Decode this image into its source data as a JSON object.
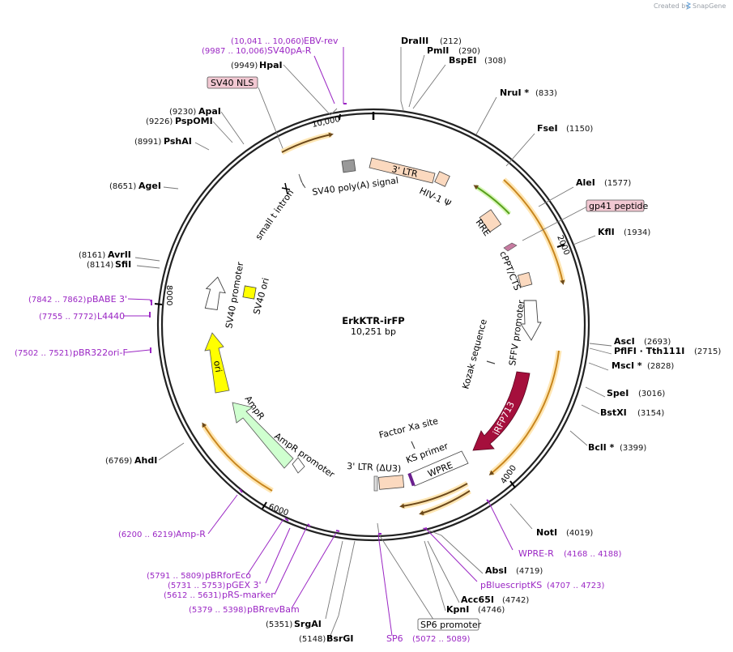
{
  "plasmid": {
    "name": "ErkKTR-irFP",
    "length_label": "10,251 bp"
  },
  "credit": {
    "created_by": "Created by",
    "app": "SnapGene"
  },
  "ticks": {
    "t2000": "2000",
    "t4000": "4000",
    "t6000": "6000",
    "t8000": "8000",
    "t10000": "10,000"
  },
  "sites": {
    "draiii": {
      "name": "DraIII",
      "pos": "(212)"
    },
    "pmli": {
      "name": "PmlI",
      "pos": "(290)"
    },
    "bspei": {
      "name": "BspEI",
      "pos": "(308)"
    },
    "nrui": {
      "name": "NruI *",
      "pos": "(833)"
    },
    "fsei": {
      "name": "FseI",
      "pos": "(1150)"
    },
    "alei": {
      "name": "AleI",
      "pos": "(1577)"
    },
    "kfli": {
      "name": "KflI",
      "pos": "(1934)"
    },
    "asci": {
      "name": "AscI",
      "pos": "(2693)"
    },
    "pflfi": {
      "name": "PflFI · Tth111I",
      "pos": "(2715)"
    },
    "msci": {
      "name": "MscI *",
      "pos": "(2828)"
    },
    "spei": {
      "name": "SpeI",
      "pos": "(3016)"
    },
    "bstxi": {
      "name": "BstXI",
      "pos": "(3154)"
    },
    "bcli": {
      "name": "BclI *",
      "pos": "(3399)"
    },
    "noti": {
      "name": "NotI",
      "pos": "(4019)"
    },
    "absi": {
      "name": "AbsI",
      "pos": "(4719)"
    },
    "acc65i": {
      "name": "Acc65I",
      "pos": "(4742)"
    },
    "kpni": {
      "name": "KpnI",
      "pos": "(4746)"
    },
    "srgai": {
      "name": "SrgAI",
      "pos": "(5351)"
    },
    "bsrgi": {
      "name": "BsrGI",
      "pos": "(5148)"
    },
    "ahdi": {
      "name": "AhdI",
      "pos": "(6769)"
    },
    "sfii": {
      "name": "SfiI",
      "pos": "(8114)"
    },
    "avrii": {
      "name": "AvrII",
      "pos": "(8161)"
    },
    "agei": {
      "name": "AgeI",
      "pos": "(8651)"
    },
    "pshai": {
      "name": "PshAI",
      "pos": "(8991)"
    },
    "pspomi": {
      "name": "PspOMI",
      "pos": "(9226)"
    },
    "apai": {
      "name": "ApaI",
      "pos": "(9230)"
    },
    "hpai": {
      "name": "HpaI",
      "pos": "(9949)"
    }
  },
  "primers": {
    "ebvrev": {
      "name": "EBV-rev",
      "pos": "(10,041 .. 10,060)"
    },
    "sv40par": {
      "name": "SV40pA-R",
      "pos": "(9987 .. 10,006)"
    },
    "pbabe3": {
      "name": "pBABE 3'",
      "pos": "(7842 .. 7862)"
    },
    "l4440": {
      "name": "L4440",
      "pos": "(7755 .. 7772)"
    },
    "pbr322": {
      "name": "pBR322ori-F",
      "pos": "(7502 .. 7521)"
    },
    "ampr": {
      "name": "Amp-R",
      "pos": "(6200 .. 6219)"
    },
    "pbrfor": {
      "name": "pBRforEco",
      "pos": "(5791 .. 5809)"
    },
    "pgex3": {
      "name": "pGEX 3'",
      "pos": "(5731 .. 5753)"
    },
    "prs": {
      "name": "pRS-marker",
      "pos": "(5612 .. 5631)"
    },
    "pbrrev": {
      "name": "pBRrevBam",
      "pos": "(5379 .. 5398)"
    },
    "sp6": {
      "name": "SP6",
      "pos": "(5072 .. 5089)"
    },
    "wpre": {
      "name": "WPRE-R",
      "pos": "(4168 .. 4188)"
    },
    "pbluescript": {
      "name": "pBluescriptKS",
      "pos": "(4707 .. 4723)"
    }
  },
  "boxed": {
    "sv40nls": "SV40 NLS",
    "gp41": "gp41 peptide",
    "sp6prom": "SP6 promoter"
  },
  "features": {
    "ltr3": "3' LTR",
    "hiv": "HIV-1 Ψ",
    "rre": "RRE",
    "cppt": "cPPT/CTS",
    "sffv": "SFFV promoter",
    "kozak": "Kozak sequence",
    "irfp": "iRFP713",
    "factorxa": "Factor Xa site",
    "ksprimer": "KS primer",
    "wpre": "WPRE",
    "ltr3u3": "3' LTR (ΔU3)",
    "amprprom": "AmpR promoter",
    "ampr": "AmpR",
    "ori": "ori",
    "sv40prom": "SV40 promoter",
    "sv40ori": "SV40 ori",
    "smallt": "small t intron",
    "sv40polya": "SV40 poly(A) signal"
  },
  "colors": {
    "backbone": "#222222",
    "restriction_line": "#666666",
    "primer": "#9b27c4",
    "ltr_fill": "#fbd9bf",
    "irfp": "#a50f3c",
    "ampr": "#cfffcf",
    "ori": "#ffff00",
    "orf_orange": "#c8861e",
    "orf_glow": "#ffe6b3",
    "green_arrow": "#6ec22a",
    "nls_box": "#f2c8d2",
    "promoter_fill": "#ffffff"
  }
}
